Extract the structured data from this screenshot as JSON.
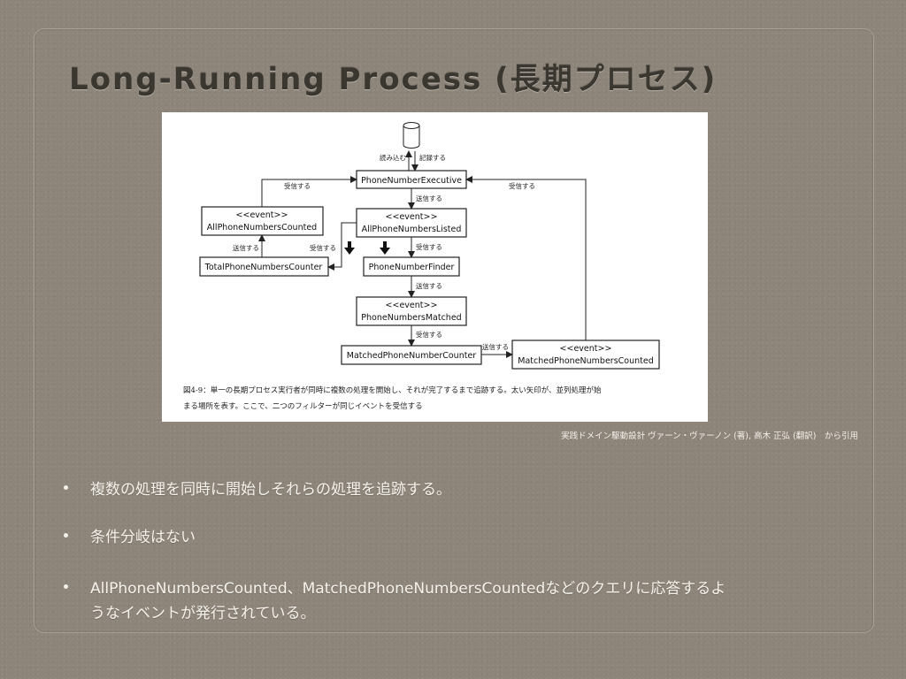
{
  "slide": {
    "title": "Long-Running Process (長期プロセス)",
    "citation": "実践ドメイン駆動設計 ヴァーン・ヴァーノン (著), 高木 正弘 (翻訳)　から引用"
  },
  "diagram": {
    "database_icon": "database-cylinder-icon",
    "nodes": {
      "executive": "PhoneNumberExecutive",
      "all_counted_stereotype": "<<event>>",
      "all_counted": "AllPhoneNumbersCounted",
      "all_listed_stereotype": "<<event>>",
      "all_listed": "AllPhoneNumbersListed",
      "total_counter": "TotalPhoneNumbersCounter",
      "finder": "PhoneNumberFinder",
      "matched_stereotype": "<<event>>",
      "matched": "PhoneNumbersMatched",
      "matched_counter": "MatchedPhoneNumberCounter",
      "matched_counted_stereotype": "<<event>>",
      "matched_counted": "MatchedPhoneNumbersCounted"
    },
    "labels": {
      "read": "読み込む",
      "record": "記録する",
      "receive_left": "受信する",
      "receive_right": "受信する",
      "send_executive": "送信する",
      "send_total": "送信する",
      "receive_total": "受信する",
      "receive_finder": "受信する",
      "send_finder": "送信する",
      "receive_matched": "受信する",
      "send_matched_counter": "送信する"
    },
    "caption_line1": "図4-9：単一の長期プロセス実行者が同時に複数の処理を開始し、それが完了するまで追跡する。太い矢印が、並列処理が始",
    "caption_line2": "まる場所を表す。ここで、二つのフィルターが同じイベントを受信する"
  },
  "bullets": [
    "複数の処理を同時に開始しそれらの処理を追跡する。",
    "条件分岐はない",
    "AllPhoneNumbersCounted、MatchedPhoneNumbersCountedなどのクエリに応答するよ",
    "うなイベントが発行されている。"
  ]
}
